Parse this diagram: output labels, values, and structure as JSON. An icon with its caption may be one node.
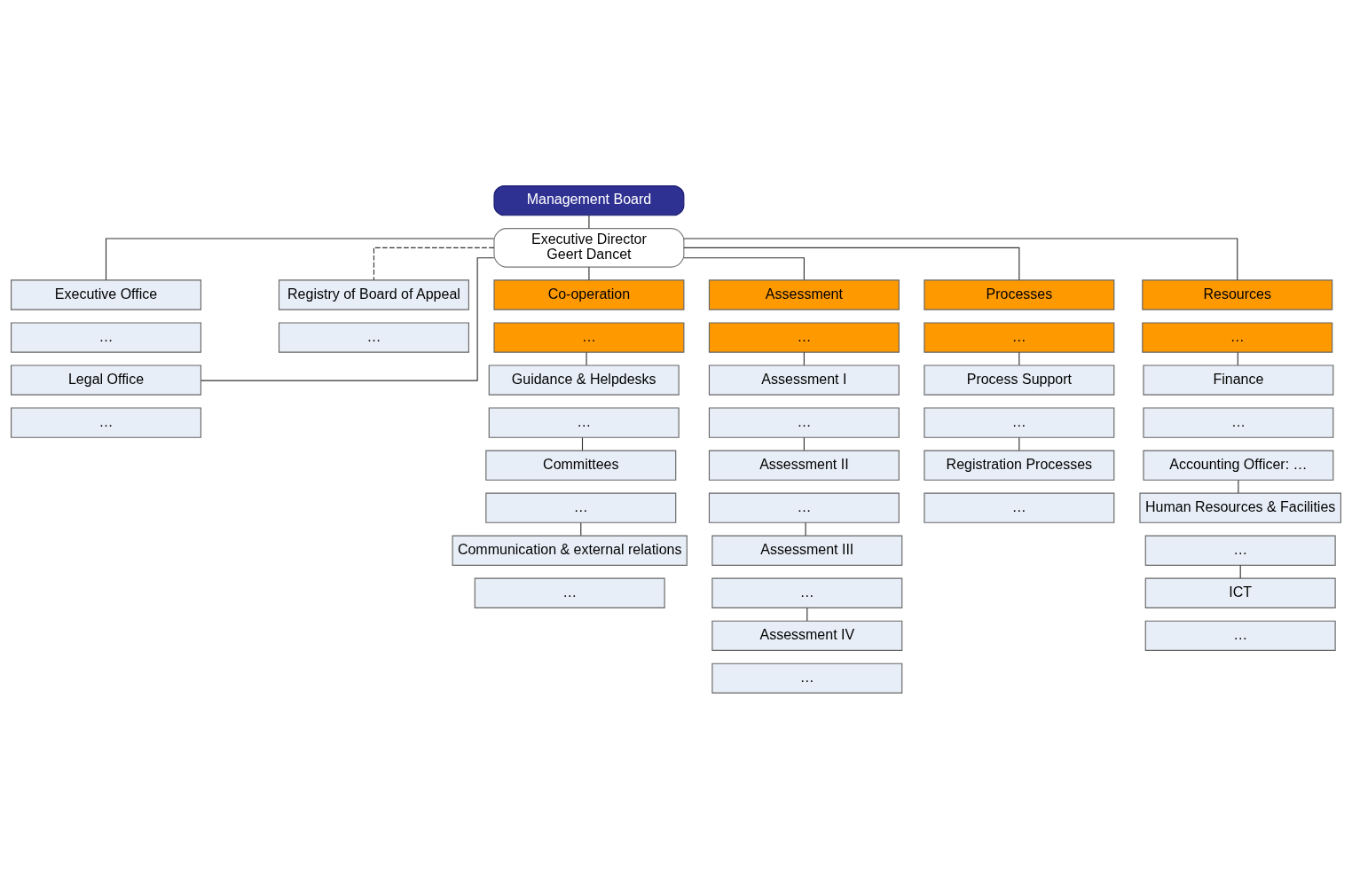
{
  "diagram": {
    "nodes": [
      {
        "text": [
          "Management Board"
        ]
      },
      {
        "text": [
          "Executive Director",
          "Geert Dancet"
        ]
      },
      {
        "text": [
          "Executive Office"
        ]
      },
      {
        "text": [
          "…"
        ]
      },
      {
        "text": [
          "Legal Office"
        ]
      },
      {
        "text": [
          "…"
        ]
      },
      {
        "text": [
          "Registry of Board of Appeal"
        ]
      },
      {
        "text": [
          "…"
        ]
      },
      {
        "text": [
          "Co-operation"
        ]
      },
      {
        "text": [
          "…"
        ]
      },
      {
        "text": [
          "Assessment"
        ]
      },
      {
        "text": [
          "…"
        ]
      },
      {
        "text": [
          "Processes"
        ]
      },
      {
        "text": [
          "…"
        ]
      },
      {
        "text": [
          "Resources"
        ]
      },
      {
        "text": [
          "…"
        ]
      },
      {
        "text": [
          "Guidance & Helpdesks"
        ]
      },
      {
        "text": [
          "…"
        ]
      },
      {
        "text": [
          "Committees"
        ]
      },
      {
        "text": [
          "…"
        ]
      },
      {
        "text": [
          "Communication & external relations"
        ]
      },
      {
        "text": [
          "…"
        ]
      },
      {
        "text": [
          "Assessment I"
        ]
      },
      {
        "text": [
          "…"
        ]
      },
      {
        "text": [
          "Assessment II"
        ]
      },
      {
        "text": [
          "…"
        ]
      },
      {
        "text": [
          "Assessment III"
        ]
      },
      {
        "text": [
          "…"
        ]
      },
      {
        "text": [
          "Assessment IV"
        ]
      },
      {
        "text": [
          "…"
        ]
      },
      {
        "text": [
          "Process Support"
        ]
      },
      {
        "text": [
          "…"
        ]
      },
      {
        "text": [
          "Registration Processes"
        ]
      },
      {
        "text": [
          "…"
        ]
      },
      {
        "text": [
          "Finance"
        ]
      },
      {
        "text": [
          "…"
        ]
      },
      {
        "text": [
          "Accounting Officer: …"
        ]
      },
      {
        "text": [
          "Human Resources & Facilities"
        ]
      },
      {
        "text": [
          "…"
        ]
      },
      {
        "text": [
          "ICT"
        ]
      },
      {
        "text": [
          "…"
        ]
      }
    ],
    "edges": [
      {
        "from": 0,
        "to": 1,
        "arrow": "none"
      },
      {
        "from": 1,
        "to": 2,
        "arrow": "none"
      },
      {
        "from": 1,
        "to": 4,
        "arrow": "none"
      },
      {
        "from": 1,
        "to": 6,
        "arrow": "none",
        "style": "dashed"
      },
      {
        "from": 1,
        "to": 8,
        "arrow": "none"
      },
      {
        "from": 1,
        "to": 10,
        "arrow": "none"
      },
      {
        "from": 1,
        "to": 12,
        "arrow": "none"
      },
      {
        "from": 1,
        "to": 14,
        "arrow": "none"
      },
      {
        "from": 9,
        "to": 16,
        "arrow": "none"
      },
      {
        "from": 17,
        "to": 18,
        "arrow": "none"
      },
      {
        "from": 19,
        "to": 20,
        "arrow": "none"
      },
      {
        "from": 11,
        "to": 22,
        "arrow": "none"
      },
      {
        "from": 23,
        "to": 24,
        "arrow": "none"
      },
      {
        "from": 25,
        "to": 26,
        "arrow": "none"
      },
      {
        "from": 27,
        "to": 28,
        "arrow": "none"
      },
      {
        "from": 13,
        "to": 30,
        "arrow": "none"
      },
      {
        "from": 31,
        "to": 32,
        "arrow": "none"
      },
      {
        "from": 15,
        "to": 34,
        "arrow": "none"
      },
      {
        "from": 36,
        "to": 37,
        "arrow": "none"
      },
      {
        "from": 38,
        "to": 39,
        "arrow": "none"
      }
    ]
  }
}
